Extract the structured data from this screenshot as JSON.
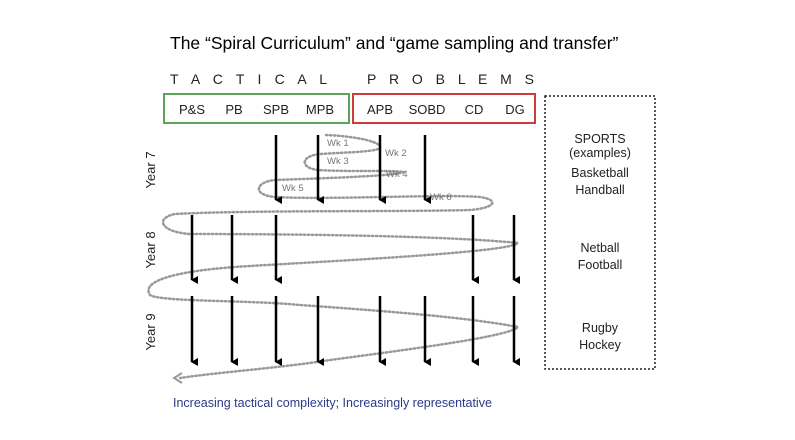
{
  "title": "The “Spiral Curriculum” and “game sampling and transfer”",
  "header": {
    "word1": "T A C T I C A L",
    "word2": "P R O B L E M S"
  },
  "problems": {
    "invasion_group": [
      "P&S",
      "PB",
      "SPB",
      "MPB"
    ],
    "other_group": [
      "APB",
      "SOBD",
      "CD",
      "DG"
    ]
  },
  "years": [
    "Year 7",
    "Year 8",
    "Year 9"
  ],
  "weeks": [
    "Wk 1",
    "Wk 2",
    "Wk 3",
    "Wk 4",
    "Wk 5",
    "Wk 6"
  ],
  "sports": {
    "heading": "SPORTS",
    "subheading": "(examples)",
    "year7": [
      "Basketball",
      "Handball"
    ],
    "year8": [
      "Netball",
      "Football"
    ],
    "year9": [
      "Rugby",
      "Hockey"
    ]
  },
  "footer": "Increasing tactical complexity; Increasingly representative",
  "colors": {
    "green_box": "#5aa55a",
    "red_box": "#d03a3a",
    "footer_text": "#2b3a8a",
    "spiral": "#999999"
  }
}
